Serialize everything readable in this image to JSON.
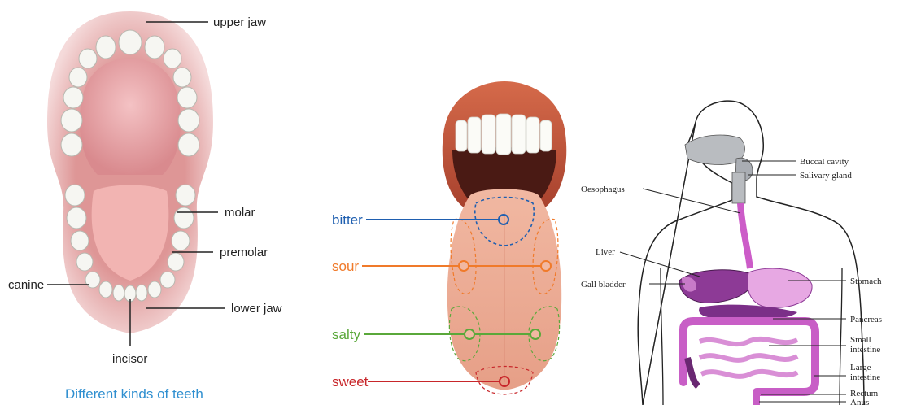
{
  "teeth": {
    "labels": {
      "upper_jaw": "upper jaw",
      "molar": "molar",
      "premolar": "premolar",
      "canine": "canine",
      "lower_jaw": "lower jaw",
      "incisor": "incisor"
    },
    "caption": "Different kinds of teeth",
    "caption_color": "#2f8fd0"
  },
  "tongue": {
    "tastes": [
      {
        "label": "bitter",
        "color": "#1f5fb0"
      },
      {
        "label": "sour",
        "color": "#f07a2a"
      },
      {
        "label": "salty",
        "color": "#5aa83a"
      },
      {
        "label": "sweet",
        "color": "#c8262a"
      }
    ]
  },
  "digestive": {
    "labels": {
      "buccal_cavity": "Buccal cavity",
      "salivary_gland": "Salivary gland",
      "oesophagus": "Oesophagus",
      "liver": "Liver",
      "gall_bladder": "Gall bladder",
      "stomach": "Stomach",
      "pancreas": "Pancreas",
      "small_intestine_1": "Small",
      "small_intestine_2": "intestine",
      "large_intestine_1": "Large",
      "large_intestine_2": "intestine",
      "rectum": "Rectum",
      "anus": "Anus"
    }
  }
}
